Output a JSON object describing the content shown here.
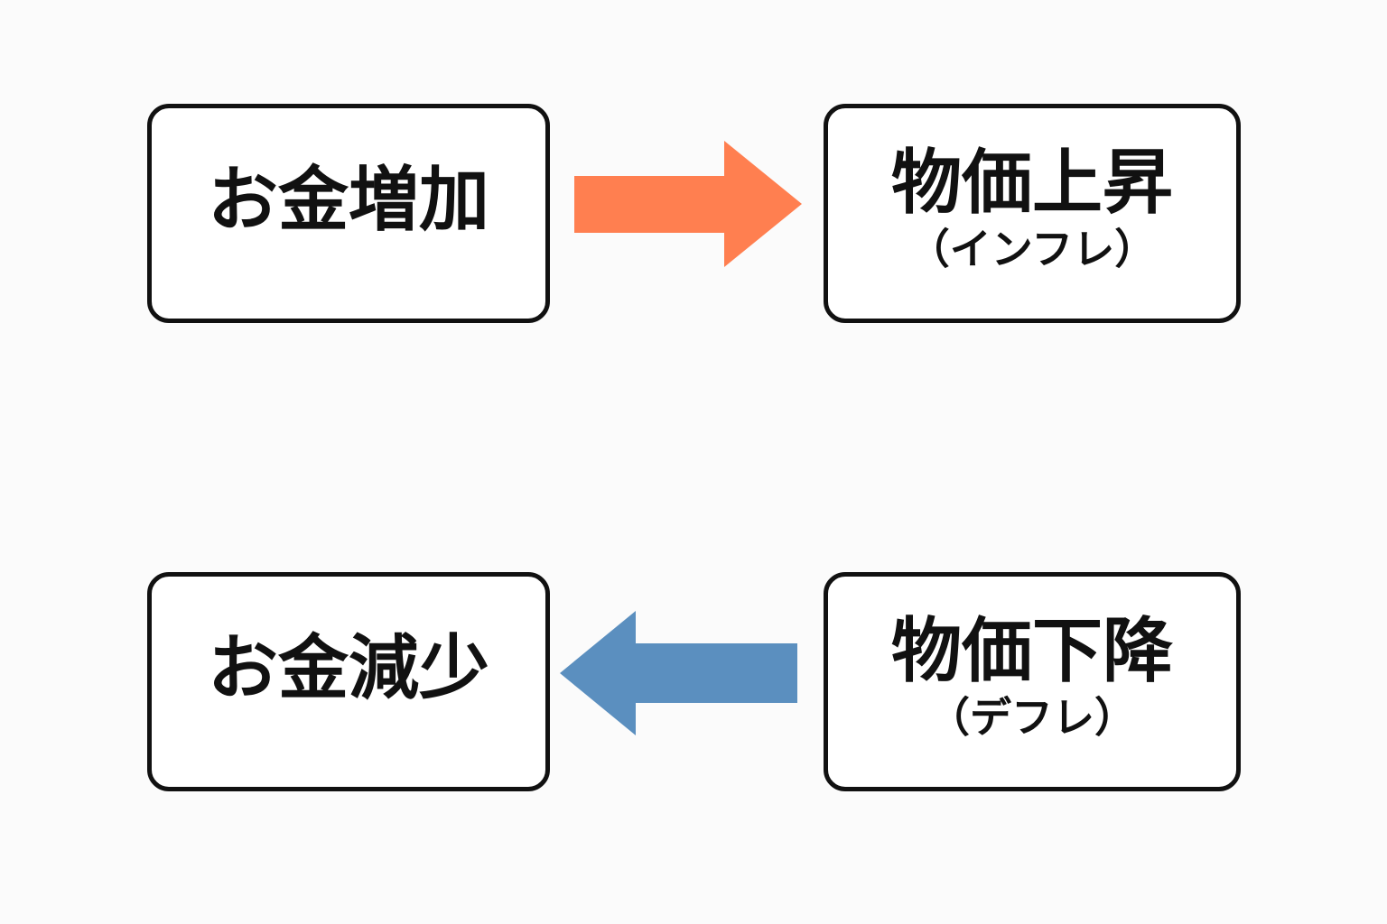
{
  "boxes": {
    "money_increase": {
      "title": "お金増加"
    },
    "price_rise": {
      "title": "物価上昇",
      "subtitle": "（インフレ）"
    },
    "money_decrease": {
      "title": "お金減少"
    },
    "price_fall": {
      "title": "物価下降",
      "subtitle": "（デフレ）"
    }
  },
  "arrows": {
    "increase_to_rise": {
      "direction": "right",
      "color": "#ff7f50"
    },
    "fall_to_decrease": {
      "direction": "left",
      "color": "#5b8fbf"
    }
  }
}
